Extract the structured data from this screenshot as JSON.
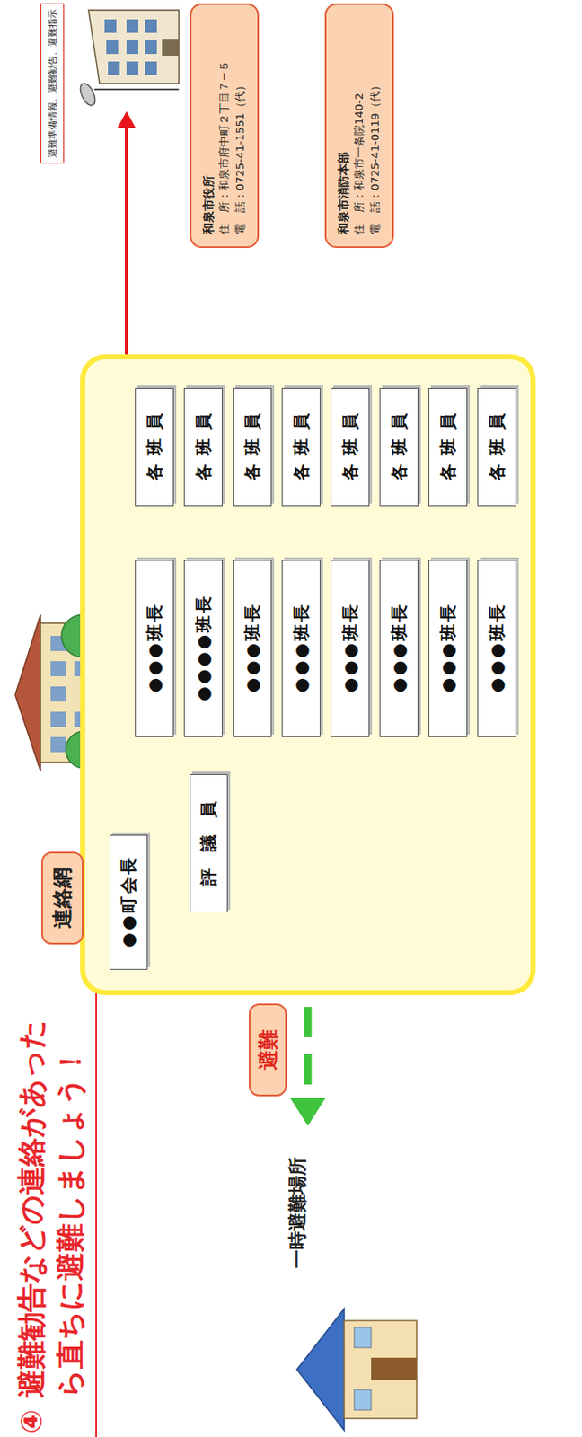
{
  "diagram": {
    "title": "避難勧告などの連絡があったら直ちに避難しましょう！",
    "nodes": [
      {
        "text": [
          "連絡網"
        ]
      },
      {
        "text": [
          "●●町会長"
        ],
        "in": 0
      },
      {
        "text": [
          "評議員"
        ],
        "in": 0
      },
      {
        "text": [
          "●●●班長"
        ],
        "in": 0
      },
      {
        "text": [
          "●●●●班長"
        ],
        "in": 0
      },
      {
        "text": [
          "●●●班長"
        ],
        "in": 0
      },
      {
        "text": [
          "●●●班長"
        ],
        "in": 0
      },
      {
        "text": [
          "●●●班長"
        ],
        "in": 0
      },
      {
        "text": [
          "●●●班長"
        ],
        "in": 0
      },
      {
        "text": [
          "●●●班長"
        ],
        "in": 0
      },
      {
        "text": [
          "●●●班長"
        ],
        "in": 0
      },
      {
        "text": [
          "各班員"
        ],
        "in": 0
      },
      {
        "text": [
          "各班員"
        ],
        "in": 0
      },
      {
        "text": [
          "各班員"
        ],
        "in": 0
      },
      {
        "text": [
          "各班員"
        ],
        "in": 0
      },
      {
        "text": [
          "各班員"
        ],
        "in": 0
      },
      {
        "text": [
          "各班員"
        ],
        "in": 0
      },
      {
        "text": [
          "各班員"
        ],
        "in": 0
      },
      {
        "text": [
          "各班員"
        ],
        "in": 0
      },
      {
        "text": [
          "避難"
        ]
      },
      {
        "text": [
          "避難準備情報、避難勧告、避難指示"
        ]
      },
      {
        "text": [
          "和泉市役所",
          "住　所：和泉市府中町２丁目７−５",
          "電　話：0725-41-1551（代）"
        ]
      },
      {
        "text": [
          "和泉市消防本部",
          "住　所：和泉市一条院140-2",
          "電　話：0725-41-0119（代）"
        ]
      }
    ],
    "edges": [
      {
        "from": 1,
        "to": 2,
        "arrow": "both"
      },
      {
        "from": 2,
        "to": 3,
        "arrow": "both"
      },
      {
        "from": 2,
        "to": 4,
        "arrow": "both"
      },
      {
        "from": 2,
        "to": 5,
        "arrow": "both"
      },
      {
        "from": 2,
        "to": 6,
        "arrow": "both"
      },
      {
        "from": 2,
        "to": 7,
        "arrow": "both"
      },
      {
        "from": 2,
        "to": 8,
        "arrow": "both"
      },
      {
        "from": 2,
        "to": 9,
        "arrow": "both"
      },
      {
        "from": 2,
        "to": 10,
        "arrow": "both"
      },
      {
        "from": 3,
        "to": 11,
        "arrow": "both"
      },
      {
        "from": 4,
        "to": 12,
        "arrow": "both"
      },
      {
        "from": 5,
        "to": 13,
        "arrow": "both"
      },
      {
        "from": 6,
        "to": 14,
        "arrow": "both"
      },
      {
        "from": 7,
        "to": 15,
        "arrow": "both"
      },
      {
        "from": 8,
        "to": 16,
        "arrow": "both"
      },
      {
        "from": 9,
        "to": 17,
        "arrow": "both"
      },
      {
        "from": 10,
        "to": 18,
        "arrow": "both"
      }
    ],
    "labels": [
      "④",
      "一時避難場所"
    ]
  }
}
